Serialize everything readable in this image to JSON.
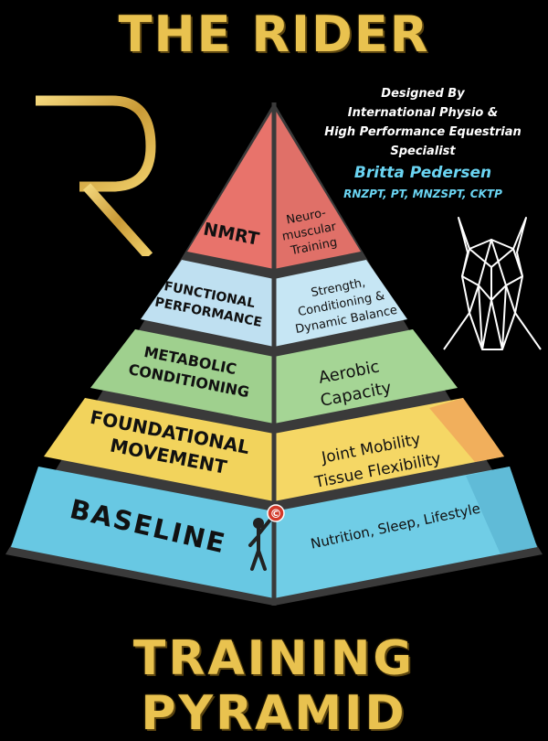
{
  "header": {
    "title": "THE RIDER"
  },
  "footer": {
    "title": "TRAINING PYRAMID"
  },
  "credits": {
    "line1": "Designed By",
    "line2": "International Physio &",
    "line3": "High Performance Equestrian Specialist",
    "name": "Britta Pedersen",
    "quals": "RNZPT, PT, MNZSPT, CKTP"
  },
  "logo": {
    "letter": "R",
    "icon": "r-monogram-logo"
  },
  "horse": {
    "icon": "geometric-horse-head-icon"
  },
  "figure": {
    "icon": "copyright-figure-icon"
  },
  "colors": {
    "gold": "#e9c24f",
    "nmrt": "#e8736b",
    "functional": "#b9ddef",
    "metabolic": "#9fd08e",
    "foundational": "#f2d35c",
    "baseline": "#68c8e3"
  },
  "tiers": [
    {
      "left": [
        "NMRT"
      ],
      "right": [
        "Neuro-",
        "muscular",
        "Training"
      ]
    },
    {
      "left": [
        "FUNCTIONAL",
        "PERFORMANCE"
      ],
      "right": [
        "Strength,",
        "Conditioning &",
        "Dynamic Balance"
      ]
    },
    {
      "left": [
        "METABOLIC",
        "CONDITIONING"
      ],
      "right": [
        "Aerobic",
        "Capacity"
      ]
    },
    {
      "left": [
        "FOUNDATIONAL",
        "MOVEMENT"
      ],
      "right": [
        "Joint Mobility",
        "Tissue Flexibility"
      ]
    },
    {
      "left": [
        "BASELINE"
      ],
      "right": [
        "Nutrition, Sleep, Lifestyle"
      ]
    }
  ]
}
